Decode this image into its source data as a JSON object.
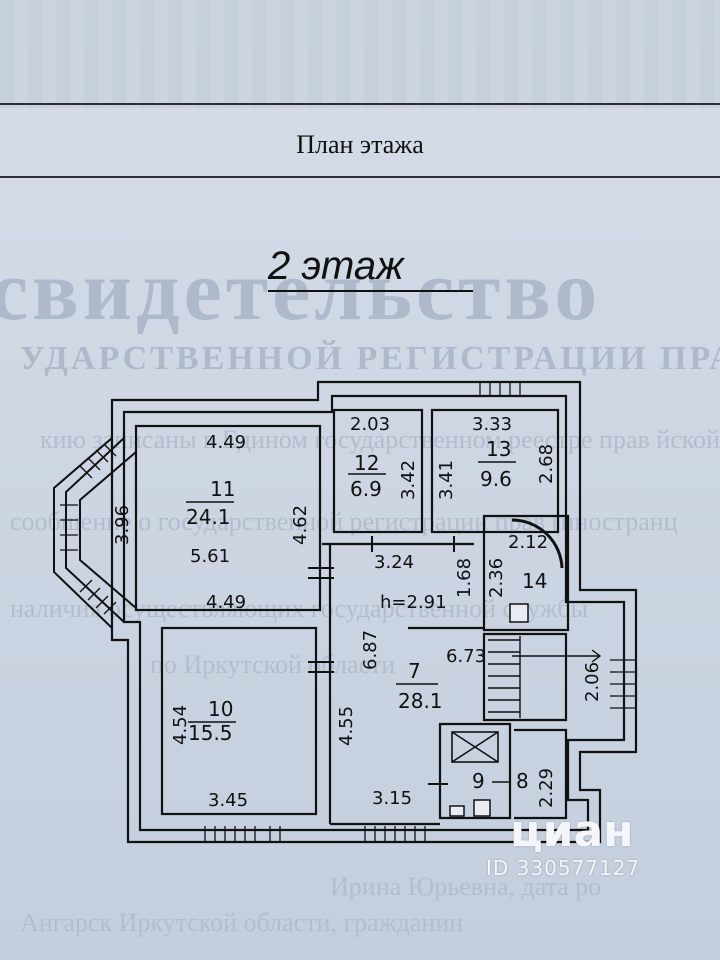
{
  "header": {
    "title": "План этажа"
  },
  "floor_label": "2 этаж",
  "background_text": {
    "big": "свидетельство",
    "mid": "УДАРСТВЕННОЙ РЕГИСТРАЦИИ ПРА",
    "lines": [
      "кию записаны в Едином государственном реестре прав        йской Ф",
      "сообщение о государственной регистрации прав         (иностранц",
      "наличия осуществляющих государственной службы",
      "по Иркутской области",
      "Ирина Юрьевна, дата ро",
      "Ангарск Иркутской области, гражданин"
    ]
  },
  "watermark": {
    "logo": "циан",
    "id": "ID 330577127"
  },
  "plan": {
    "ceiling_height": "h=2.91",
    "rooms": [
      {
        "number": "11",
        "area": "24.1"
      },
      {
        "number": "10",
        "area": "15.5"
      },
      {
        "number": "12",
        "area": "6.9"
      },
      {
        "number": "13",
        "area": "9.6"
      },
      {
        "number": "14",
        "area": ""
      },
      {
        "number": "7",
        "area": "28.1"
      },
      {
        "number": "9",
        "area": ""
      },
      {
        "number": "8",
        "area": ""
      }
    ],
    "dimensions": {
      "r11_top": "4.49",
      "r11_left": "3.96",
      "r11_right": "4.62",
      "r11_mid": "5.61",
      "r11_bottom": "4.49",
      "r10_left": "4.54",
      "r10_bottom": "3.45",
      "r12_top": "2.03",
      "r12_right": "3.42",
      "r12_left2": "3.41",
      "r13_top": "3.33",
      "r13_right": "2.68",
      "hall_top": "3.24",
      "hall_a": "1.68",
      "hall_b": "2.36",
      "stair_top": "2.12",
      "r7_a": "6.87",
      "r7_b": "6.73",
      "r7_c": "2.06",
      "r7_d": "4.55",
      "r7_e": "3.15",
      "r8_right": "2.29"
    }
  }
}
